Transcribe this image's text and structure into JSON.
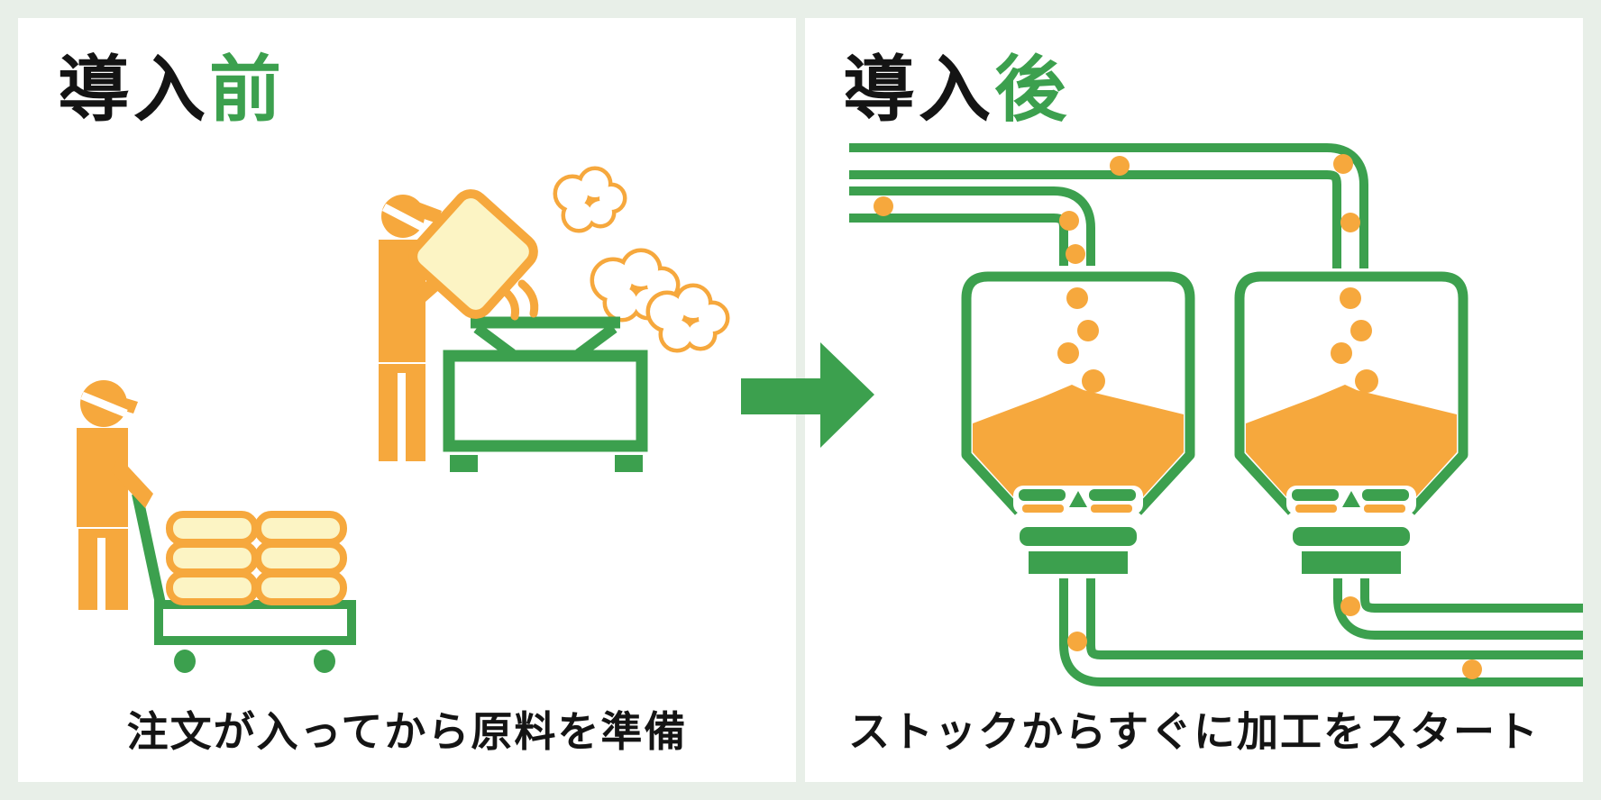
{
  "colors": {
    "green": "#3ca04e",
    "orange": "#f6a83d",
    "cream": "#fcf4c4",
    "bg": "#e8efe8",
    "ink": "#141414"
  },
  "left_panel": {
    "title_prefix": "導入",
    "title_accent": "前",
    "caption": "注文が入ってから原料を準備",
    "illustration": [
      "worker-pulling-handcart",
      "stacked-material-bags",
      "worker-pouring-bag",
      "mixing-machine",
      "dust-clouds"
    ]
  },
  "right_panel": {
    "title_prefix": "導入",
    "title_accent": "後",
    "caption": "ストックからすぐに加工をスタート",
    "illustration": [
      "supply-pipes",
      "storage-hopper-left",
      "storage-hopper-right",
      "material-pellets",
      "discharge-pipes"
    ]
  }
}
